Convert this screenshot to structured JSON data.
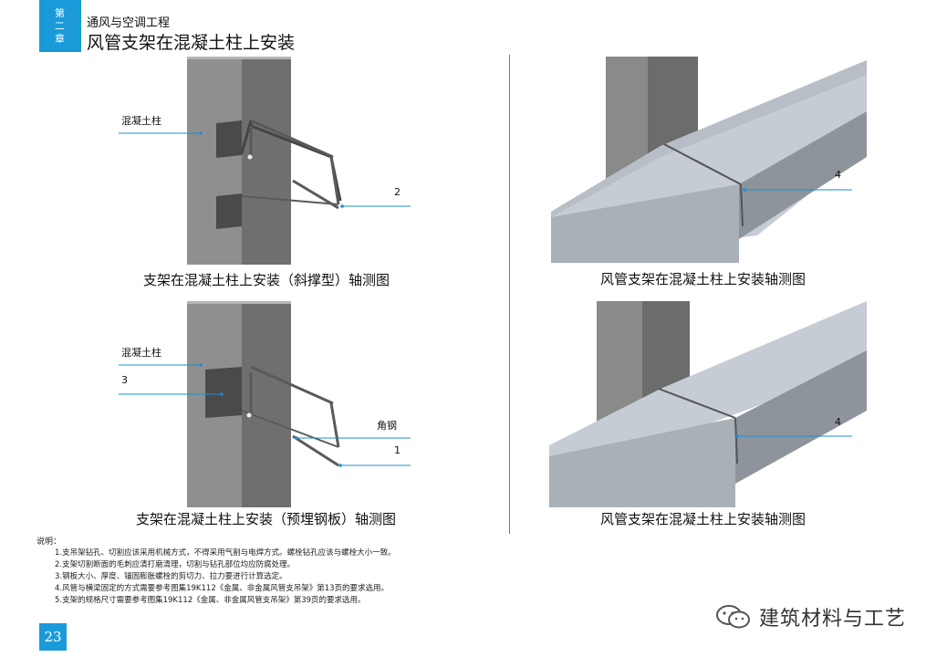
{
  "header": {
    "chapter_label": [
      "第",
      "二",
      "章"
    ],
    "section": "通风与空调工程",
    "title": "风管支架在混凝土柱上安装"
  },
  "panels": {
    "top_left": {
      "caption": "支架在混凝土柱上安装（斜撑型）轴测图",
      "callouts": [
        "混凝土柱",
        "2"
      ]
    },
    "bottom_left": {
      "caption": "支架在混凝土柱上安装（预埋钢板）轴测图",
      "callouts": [
        "混凝土柱",
        "3",
        "角钢",
        "1"
      ]
    },
    "top_right": {
      "caption": "风管支架在混凝土柱上安装轴测图",
      "callouts": [
        "4"
      ]
    },
    "bottom_right": {
      "caption": "风管支架在混凝土柱上安装轴测图",
      "callouts": [
        "4"
      ]
    }
  },
  "notes": {
    "title": "说明：",
    "items": [
      "1.支吊架钻孔、切割应该采用机械方式，不得采用气割与电焊方式。螺栓钻孔应该与螺栓大小一致。",
      "2.支架切割断面的毛刺应清打磨清理，切割与钻孔部位均应防腐处理。",
      "3.钢板大小、厚度、锚固膨胀螺栓的剪切力、拉力要进行计算选定。",
      "4.风管与横梁固定的方式需要参考图集19K112《金属、非金属风管支吊架》第13页的要求选用。",
      "5.支架的规格尺寸需要参考图集19K112《金属、非金属风管支吊架》第39页的要求选用。"
    ]
  },
  "footer": {
    "page_number": "23",
    "watermark": "建筑材料与工艺"
  },
  "colors": {
    "accent": "#1a9ad9",
    "column": "#8f8f8f",
    "duct_top": "#c6ccd4",
    "duct_side": "#8e949b",
    "leader": "#1a8fd6"
  }
}
